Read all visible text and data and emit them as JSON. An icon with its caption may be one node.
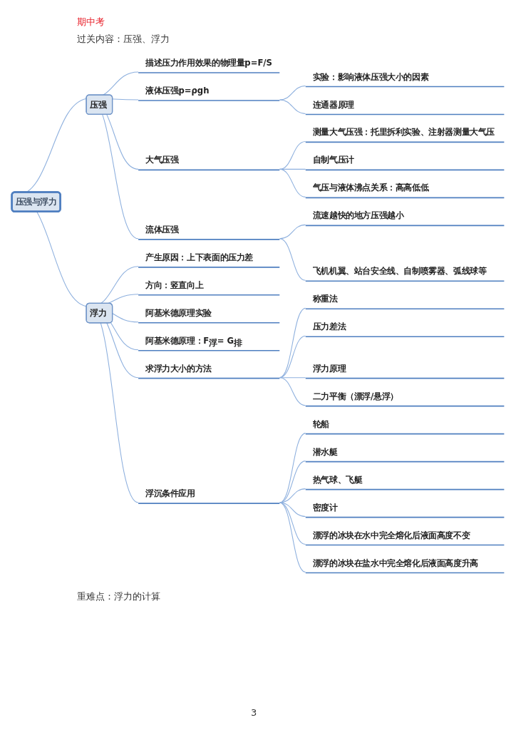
{
  "diagram": {
    "nodes": [
      {
        "text": [
          "压强与浮力"
        ]
      },
      {
        "text": [
          "压强"
        ]
      },
      {
        "text": [
          "描述压力作用效果的物理量p=F/S"
        ]
      },
      {
        "text": [
          "液体压强p=ρgh"
        ]
      },
      {
        "text": [
          "实验：影响液体压强大小的因素"
        ]
      },
      {
        "text": [
          "连通器原理"
        ]
      },
      {
        "text": [
          "大气压强"
        ]
      },
      {
        "text": [
          "测量大气压强：托里拆利实验、注射器测量大气压"
        ]
      },
      {
        "text": [
          "自制气压计"
        ]
      },
      {
        "text": [
          "气压与液体沸点关系：高高低低"
        ]
      },
      {
        "text": [
          "流体压强"
        ]
      },
      {
        "text": [
          "流速越快的地方压强越小"
        ]
      },
      {
        "text": [
          "飞机机翼、站台安全线、自制喷雾器、弧线球等"
        ]
      },
      {
        "text": [
          "浮力"
        ]
      },
      {
        "text": [
          "产生原因：上下表面的压力差"
        ]
      },
      {
        "text": [
          "方向：竖直向上"
        ]
      },
      {
        "text": [
          "阿基米德原理实验"
        ]
      },
      {
        "text": [
          "阿基米德原理：F$_{浮}$= G$_{排}$"
        ]
      },
      {
        "text": [
          "求浮力大小的方法"
        ]
      },
      {
        "text": [
          "称重法"
        ]
      },
      {
        "text": [
          "压力差法"
        ]
      },
      {
        "text": [
          "浮力原理"
        ]
      },
      {
        "text": [
          "二力平衡（漂浮/悬浮）"
        ]
      },
      {
        "text": [
          "浮沉条件应用"
        ]
      },
      {
        "text": [
          "轮船"
        ]
      },
      {
        "text": [
          "潜水艇"
        ]
      },
      {
        "text": [
          "热气球、飞艇"
        ]
      },
      {
        "text": [
          "密度计"
        ]
      },
      {
        "text": [
          "漂浮的冰块在水中完全熔化后液面高度不变"
        ]
      },
      {
        "text": [
          "漂浮的冰块在盐水中完全熔化后液面高度升高"
        ]
      }
    ],
    "edges": [
      {
        "from": 0,
        "to": 1,
        "arrow": "none"
      },
      {
        "from": 1,
        "to": 2,
        "arrow": "none"
      },
      {
        "from": 1,
        "to": 3,
        "arrow": "none"
      },
      {
        "from": 3,
        "to": 4,
        "arrow": "none"
      },
      {
        "from": 3,
        "to": 5,
        "arrow": "none"
      },
      {
        "from": 1,
        "to": 6,
        "arrow": "none"
      },
      {
        "from": 6,
        "to": 7,
        "arrow": "none"
      },
      {
        "from": 6,
        "to": 8,
        "arrow": "none"
      },
      {
        "from": 6,
        "to": 9,
        "arrow": "none"
      },
      {
        "from": 1,
        "to": 10,
        "arrow": "none"
      },
      {
        "from": 10,
        "to": 11,
        "arrow": "none"
      },
      {
        "from": 10,
        "to": 12,
        "arrow": "none"
      },
      {
        "from": 0,
        "to": 13,
        "arrow": "none"
      },
      {
        "from": 13,
        "to": 14,
        "arrow": "none"
      },
      {
        "from": 13,
        "to": 15,
        "arrow": "none"
      },
      {
        "from": 13,
        "to": 16,
        "arrow": "none"
      },
      {
        "from": 13,
        "to": 17,
        "arrow": "none"
      },
      {
        "from": 13,
        "to": 18,
        "arrow": "none"
      },
      {
        "from": 18,
        "to": 19,
        "arrow": "none"
      },
      {
        "from": 18,
        "to": 20,
        "arrow": "none"
      },
      {
        "from": 18,
        "to": 21,
        "arrow": "none"
      },
      {
        "from": 18,
        "to": 22,
        "arrow": "none"
      },
      {
        "from": 13,
        "to": 23,
        "arrow": "none"
      },
      {
        "from": 23,
        "to": 24,
        "arrow": "none"
      },
      {
        "from": 23,
        "to": 25,
        "arrow": "none"
      },
      {
        "from": 23,
        "to": 26,
        "arrow": "none"
      },
      {
        "from": 23,
        "to": 27,
        "arrow": "none"
      },
      {
        "from": 23,
        "to": 28,
        "arrow": "none"
      },
      {
        "from": 23,
        "to": 29,
        "arrow": "none"
      }
    ],
    "labels": [
      "期中考",
      "过关内容：压强、浮力",
      "重难点：浮力的计算",
      "3"
    ]
  }
}
